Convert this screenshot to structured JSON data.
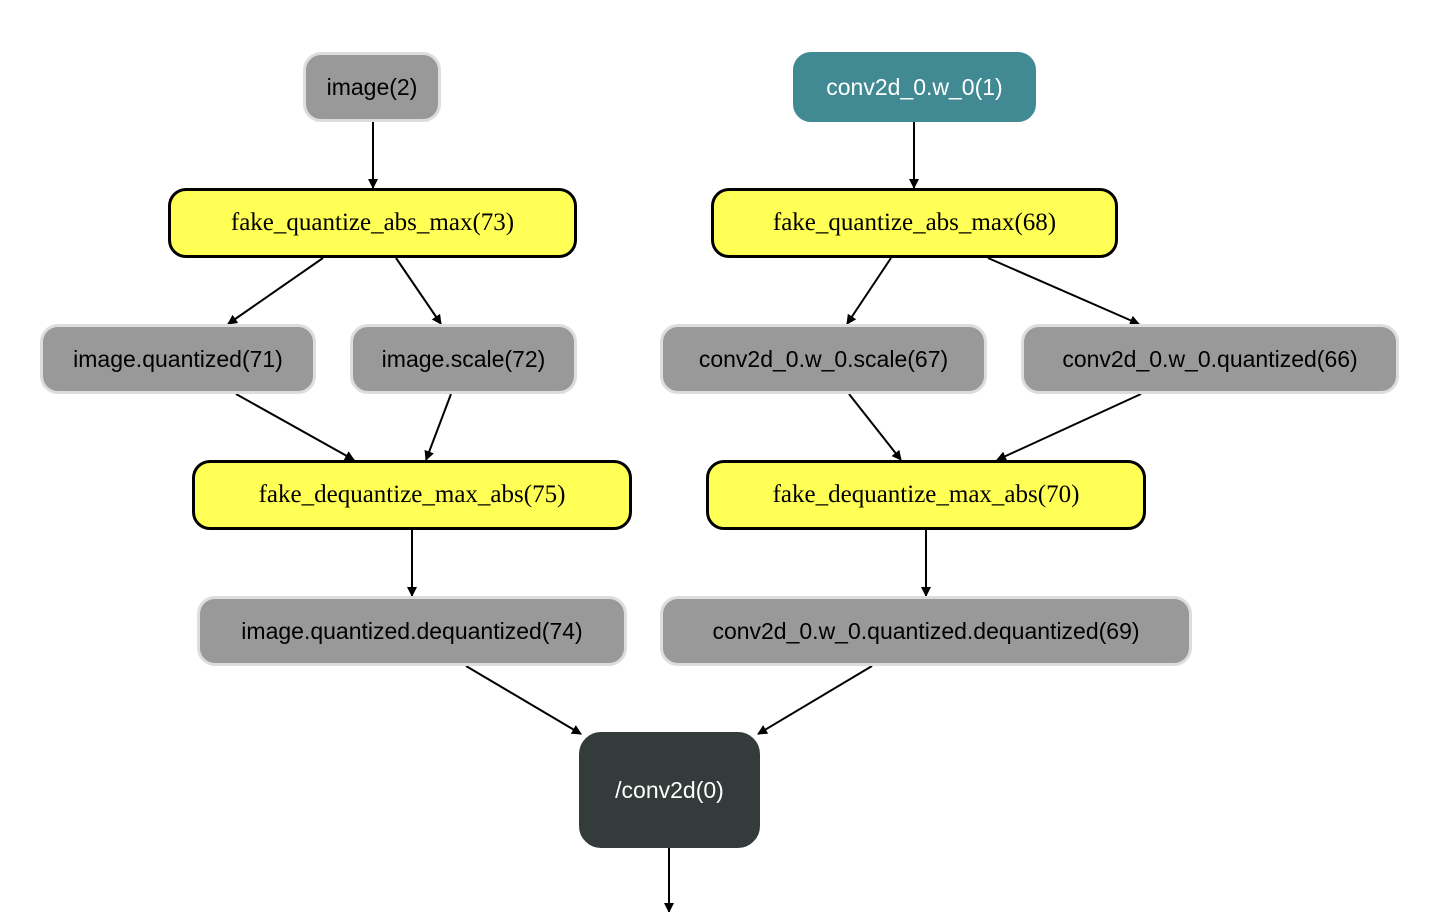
{
  "nodes": {
    "image": "image(2)",
    "conv_w": "conv2d_0.w_0(1)",
    "fq73": "fake_quantize_abs_max(73)",
    "fq68": "fake_quantize_abs_max(68)",
    "img_quantized": "image.quantized(71)",
    "img_scale": "image.scale(72)",
    "w_scale": "conv2d_0.w_0.scale(67)",
    "w_quantized": "conv2d_0.w_0.quantized(66)",
    "fdq75": "fake_dequantize_max_abs(75)",
    "fdq70": "fake_dequantize_max_abs(70)",
    "img_dequant": "image.quantized.dequantized(74)",
    "w_dequant": "conv2d_0.w_0.quantized.dequantized(69)",
    "conv2d": "/conv2d(0)"
  },
  "edges": [
    [
      "image",
      "fq73"
    ],
    [
      "conv_w",
      "fq68"
    ],
    [
      "fq73",
      "img_quantized"
    ],
    [
      "fq73",
      "img_scale"
    ],
    [
      "fq68",
      "w_scale"
    ],
    [
      "fq68",
      "w_quantized"
    ],
    [
      "img_quantized",
      "fdq75"
    ],
    [
      "img_scale",
      "fdq75"
    ],
    [
      "w_scale",
      "fdq70"
    ],
    [
      "w_quantized",
      "fdq70"
    ],
    [
      "fdq75",
      "img_dequant"
    ],
    [
      "fdq70",
      "w_dequant"
    ],
    [
      "img_dequant",
      "conv2d"
    ],
    [
      "w_dequant",
      "conv2d"
    ],
    [
      "conv2d",
      "output"
    ]
  ],
  "colors": {
    "variable_fill": "#999999",
    "variable_border": "#dddddd",
    "operator_fill": "#ffff55",
    "parameter_fill": "#418a94",
    "main_op_fill": "#343c3b",
    "edge": "#000000"
  }
}
